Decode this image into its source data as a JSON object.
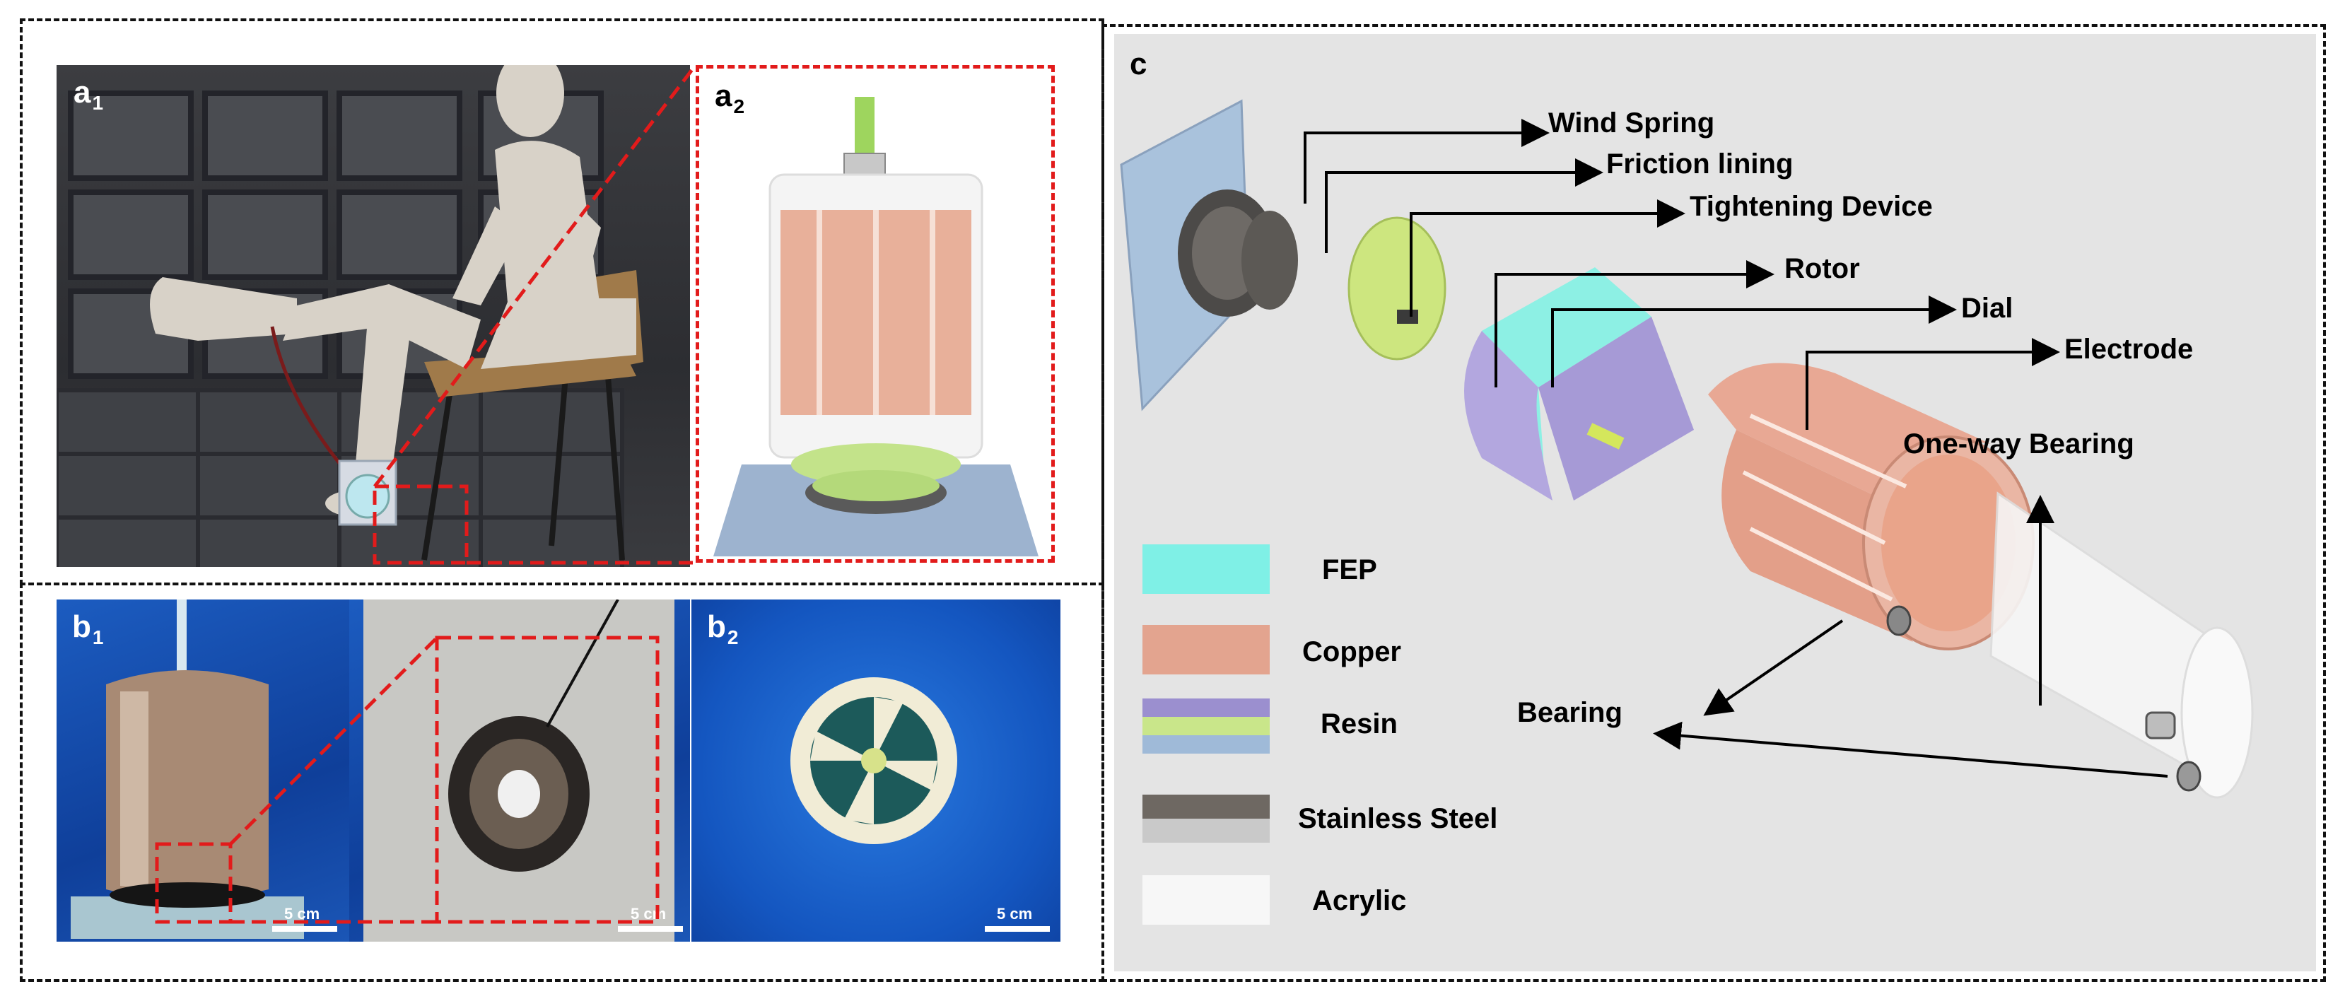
{
  "panels": {
    "a1": {
      "letter": "a",
      "sub": "1"
    },
    "a2": {
      "letter": "a",
      "sub": "2"
    },
    "b1": {
      "letter": "b",
      "sub": "1"
    },
    "b2": {
      "letter": "b",
      "sub": "2"
    },
    "c": {
      "letter": "c"
    }
  },
  "scale_bars": {
    "b1_left": "5 cm",
    "b1_right": "5 cm",
    "b2": "5 cm"
  },
  "component_labels": {
    "wind_spring": "Wind Spring",
    "friction_lining": "Friction lining",
    "tightening_device": "Tightening Device",
    "rotor": "Rotor",
    "dial": "Dial",
    "electrode": "Electrode",
    "one_way_bearing": "One-way Bearing",
    "bearing": "Bearing"
  },
  "legend": [
    {
      "label": "FEP",
      "colors": [
        "#7ff0e6"
      ]
    },
    {
      "label": "Copper",
      "colors": [
        "#e3a48f"
      ]
    },
    {
      "label": "Resin",
      "colors": [
        "#9b8fcf",
        "#c9e68a",
        "#9fbad8"
      ]
    },
    {
      "label": "Stainless Steel",
      "colors": [
        "#6e6862",
        "#c9c9c9"
      ]
    },
    {
      "label": "Acrylic",
      "colors": [
        "#f7f7f7"
      ]
    }
  ]
}
